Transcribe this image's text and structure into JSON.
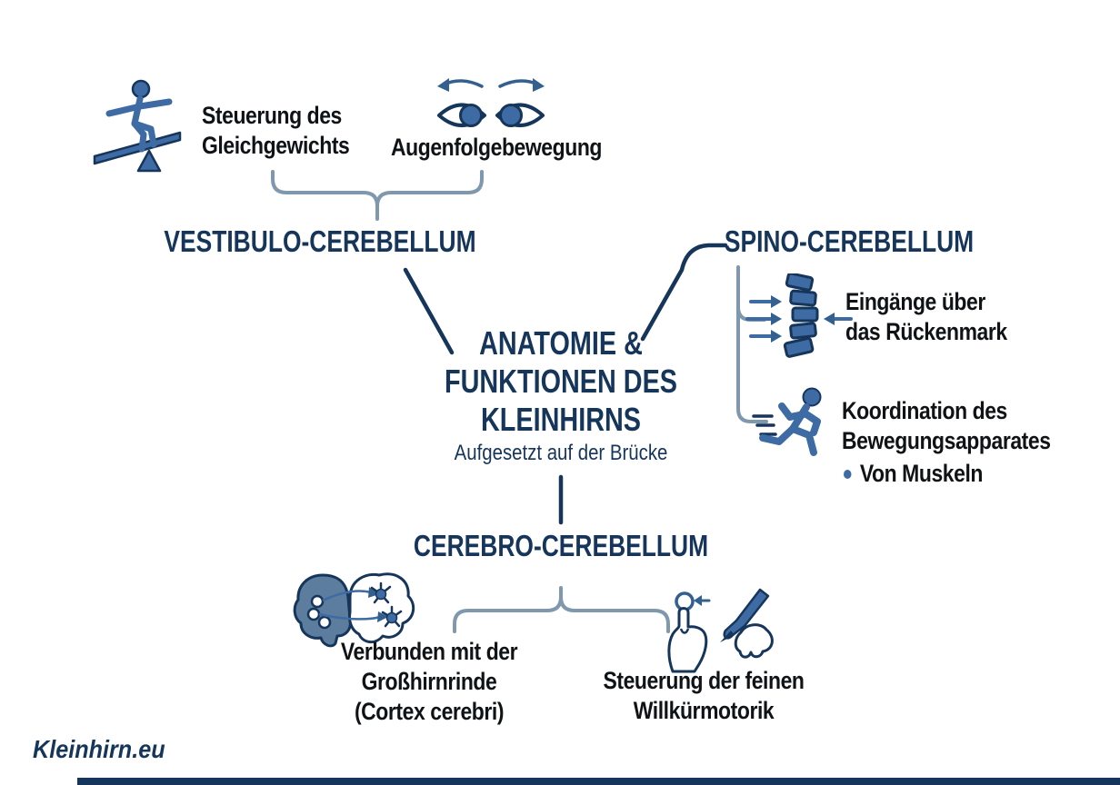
{
  "colors": {
    "navy": "#16355b",
    "text": "#101316",
    "icon_blue": "#3e6ba3",
    "arrow_blue": "#33608f",
    "slate": "#5d7d9e",
    "connector": "#7f98ae"
  },
  "center": {
    "title": "ANATOMIE &\nFUNKTIONEN DES\nKLEINHIRNS",
    "subtitle": "Aufgesetzt auf der Brücke"
  },
  "vestibulo": {
    "heading": "VESTIBULO-CEREBELLUM",
    "items": [
      {
        "icon": "balance-icon",
        "label": "Steuerung des\nGleichgewichts"
      },
      {
        "icon": "eyes-icon",
        "label": "Augenfolgebewegung"
      }
    ]
  },
  "spino": {
    "heading": "SPINO-CEREBELLUM",
    "items": [
      {
        "icon": "spine-icon",
        "label": "Eingänge über\ndas Rückenmark"
      },
      {
        "icon": "runner-icon",
        "label": "Koordination des\nBewegungsapparates",
        "bullet": "Von Muskeln"
      }
    ]
  },
  "cerebro": {
    "heading": "CEREBRO-CEREBELLUM",
    "items": [
      {
        "icon": "brain-icon",
        "label": "Verbunden mit der\nGroßhirnrinde\n(Cortex cerebri)"
      },
      {
        "icon": "hand-pen-icon",
        "label": "Steuerung der feinen\nWillkürmotorik"
      }
    ]
  },
  "footer": {
    "brand": "Kleinhirn.eu"
  }
}
